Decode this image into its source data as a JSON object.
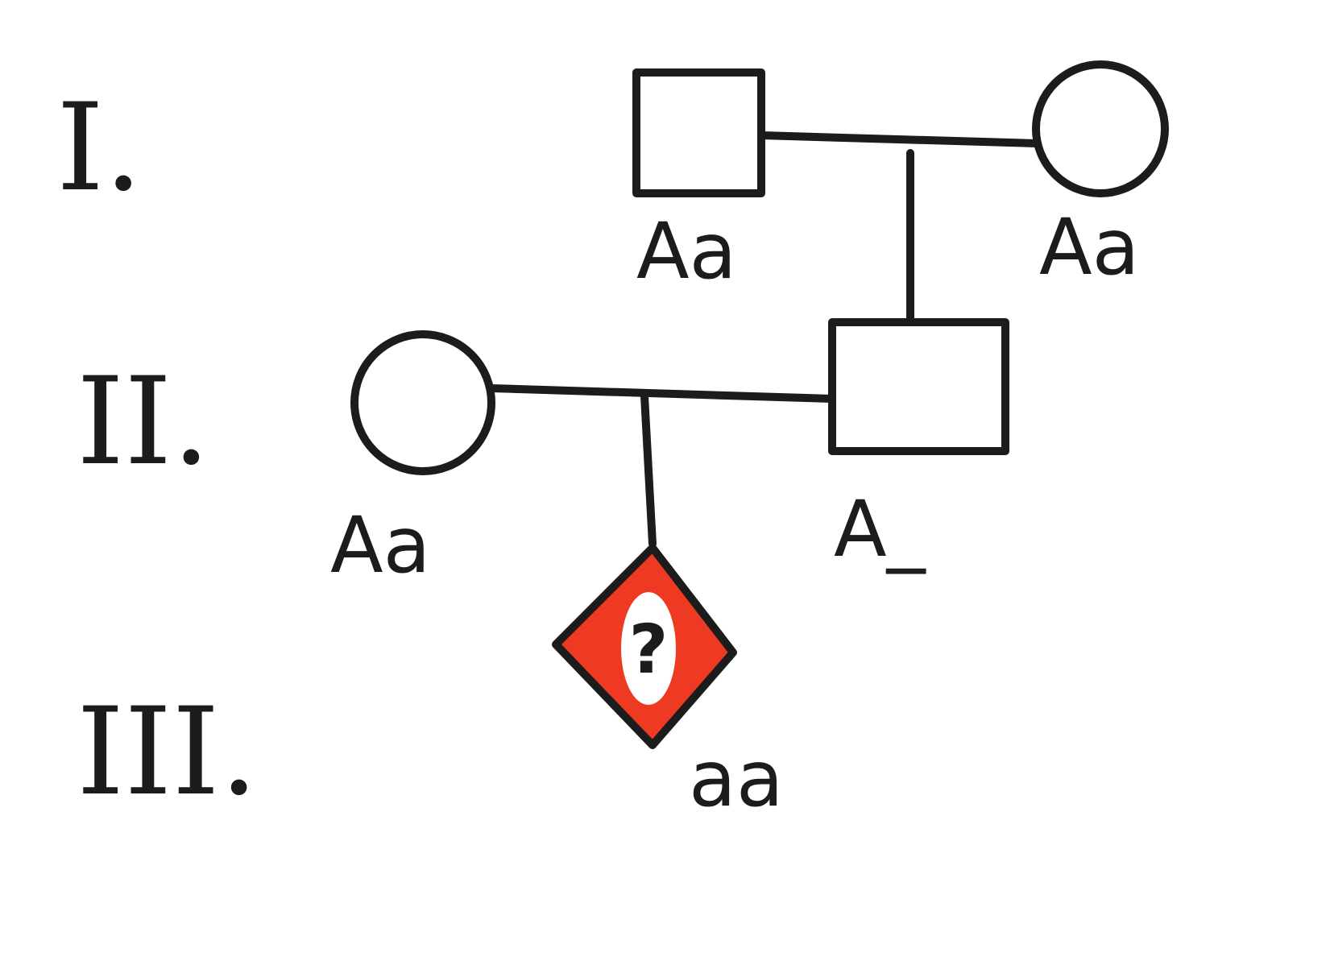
{
  "generations": [
    {
      "label": "I."
    },
    {
      "label": "II."
    },
    {
      "label": "III."
    }
  ],
  "individuals": {
    "gen1_father": {
      "sex": "male",
      "affected": false,
      "genotype": "Aa"
    },
    "gen1_mother": {
      "sex": "female",
      "affected": false,
      "genotype": "Aa"
    },
    "gen2_mother": {
      "sex": "female",
      "affected": false,
      "genotype": "Aa"
    },
    "gen2_father": {
      "sex": "male",
      "affected": false,
      "genotype": "A_"
    },
    "gen3_child": {
      "sex": "unknown",
      "affected": true,
      "genotype": "aa",
      "mark": "?"
    }
  },
  "colors": {
    "ink": "#1c1c1c",
    "affected_fill": "#ee3a22",
    "background": "#ffffff"
  }
}
